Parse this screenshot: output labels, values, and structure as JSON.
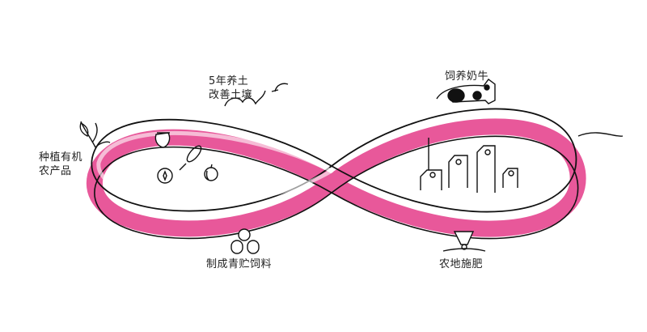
{
  "colors": {
    "ribbon": "#e8589a",
    "ribbon_dark": "#c93d7e",
    "line": "#111111"
  },
  "labels": {
    "soil_line1": "5年养土",
    "soil_line2": "改善土壤",
    "cows": "饲养奶牛",
    "organic_line1": "种植有机",
    "organic_line2": "农产品",
    "silage": "制成青贮饲料",
    "fertilize": "农地施肥"
  }
}
